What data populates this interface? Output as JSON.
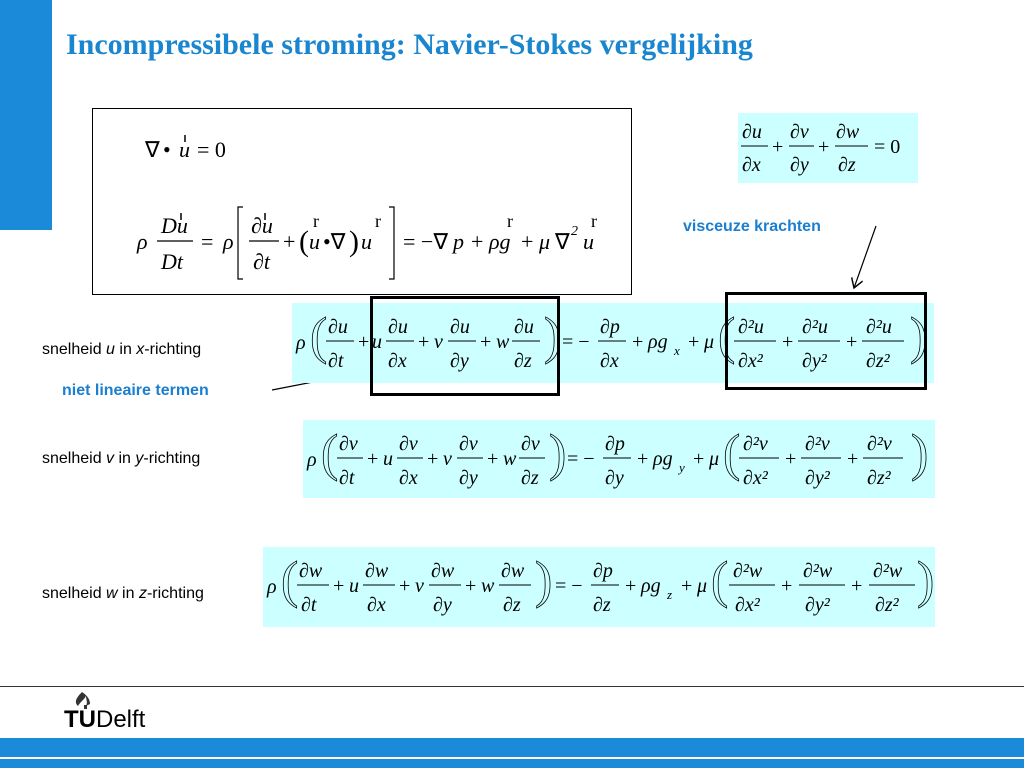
{
  "colors": {
    "accent": "#1b8ad8",
    "title": "#1a86cf",
    "annotation": "#1a7fd0",
    "shade": "#ccffff"
  },
  "title": "Incompressibele stroming: Navier-Stokes vergelijking",
  "vector_equations": {
    "continuity": "∇•u = 0",
    "momentum": "ρ Du/Dt = ρ[∂u/∂t + (u•∇)u] = −∇p + ρg + μ∇²u"
  },
  "continuity_scalar": "∂u/∂x + ∂v/∂y + ∂w/∂z = 0",
  "annotations": {
    "viscous": "visceuze krachten",
    "nonlinear": "niet lineaire termen"
  },
  "rows": [
    {
      "label_pre": "snelheid ",
      "var": "u",
      "label_mid": " in ",
      "dir": "x",
      "label_post": "-richting"
    },
    {
      "label_pre": "snelheid ",
      "var": "v",
      "label_mid": " in ",
      "dir": "y",
      "label_post": "-richting"
    },
    {
      "label_pre": "snelheid ",
      "var": "w",
      "label_mid": " in ",
      "dir": "z",
      "label_post": "-richting"
    }
  ],
  "logo": {
    "tu": "TU",
    "delft": "Delft",
    "icon": "flame-icon"
  }
}
